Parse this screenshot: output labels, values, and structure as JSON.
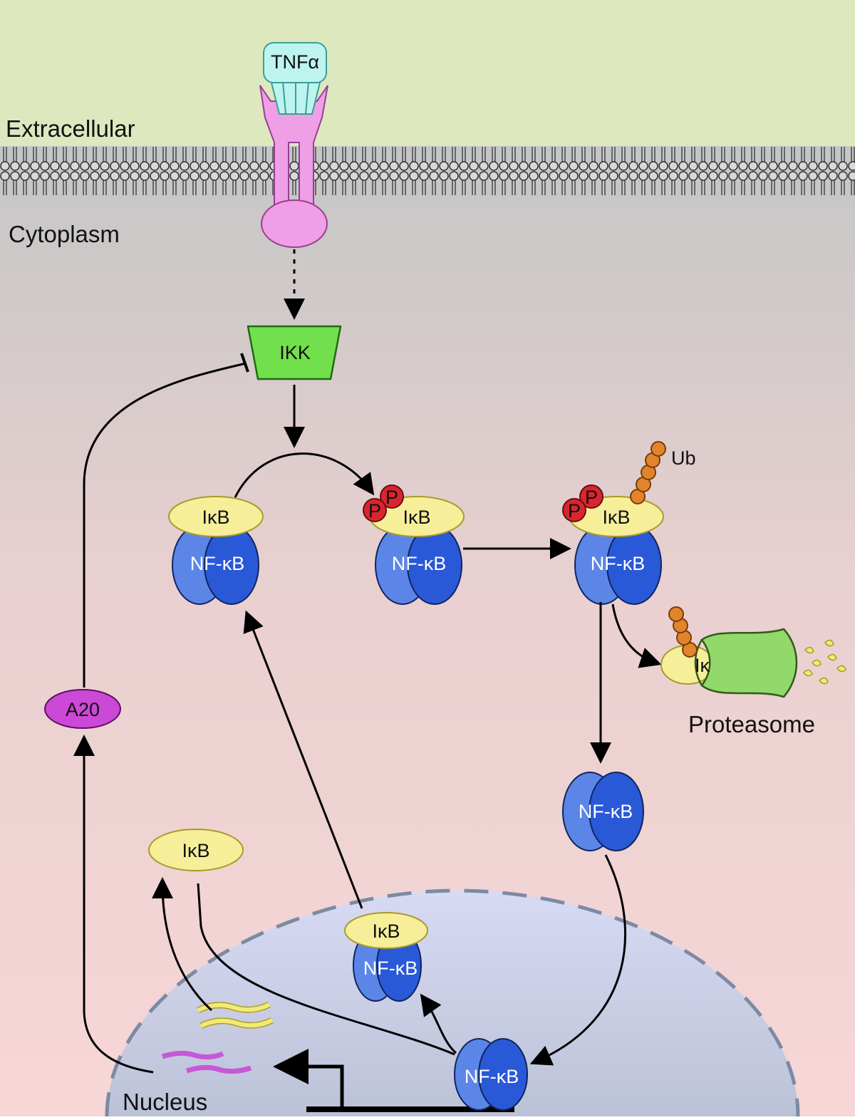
{
  "regions": {
    "extracellular": "Extracellular",
    "cytoplasm": "Cytoplasm",
    "nucleus": "Nucleus"
  },
  "molecules": {
    "tnf": "TNFα",
    "ikk": "IKK",
    "ikb": "IκB",
    "nfkb": "NF-κB",
    "p": "P",
    "ub": "Ub",
    "ik_fragment": "Iκ",
    "a20": "A20",
    "proteasome": "Proteasome"
  },
  "colors": {
    "extracellular_bg": "#dde8bf",
    "cytoplasm_top": "#c4c6c6",
    "cytoplasm_bottom": "#f6d5d5",
    "nucleus_fill": "#cdd3ef",
    "receptor": "#ee9fe6",
    "tnf": "#bdf4f0",
    "ikk": "#72e04c",
    "ikb": "#f7ee9a",
    "nfkb_light": "#5b86e8",
    "nfkb_dark": "#2a59d8",
    "phosphate": "#d8262e",
    "ubiquitin": "#e2842c",
    "a20": "#cc48d6",
    "proteasome": "#92d86a",
    "mrna_yellow": "#f2ea72",
    "mrna_purple": "#c658d8"
  }
}
